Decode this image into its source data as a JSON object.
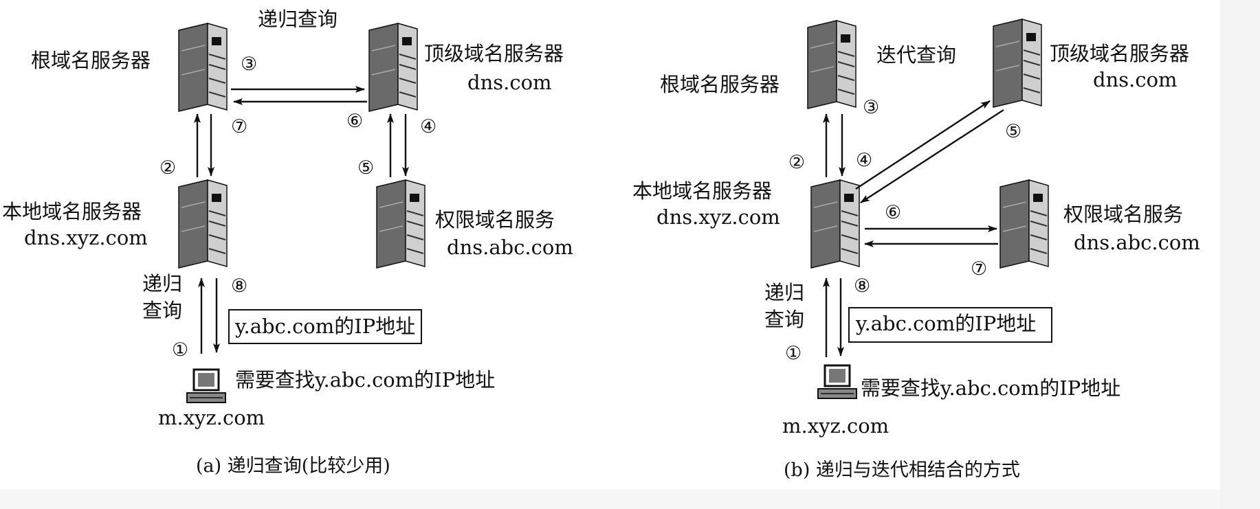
{
  "panel_a": {
    "caption": "(a) 递归查询(比较少用)",
    "query_label": "递归查询",
    "root": {
      "label": "根域名服务器"
    },
    "tld": {
      "label": "顶级域名服务器",
      "host": "dns.com"
    },
    "local": {
      "label": "本地域名服务器",
      "host": "dns.xyz.com"
    },
    "auth": {
      "label": "权限域名服务",
      "host": "dns.abc.com"
    },
    "client": {
      "host": "m.xyz.com",
      "need": "需要查找y.abc.com的IP地址"
    },
    "client_query_label": [
      "递归",
      "查询"
    ],
    "answer_box": "y.abc.com的IP地址",
    "steps": [
      "①",
      "②",
      "③",
      "④",
      "⑤",
      "⑥",
      "⑦",
      "⑧"
    ]
  },
  "panel_b": {
    "caption": "(b) 递归与迭代相结合的方式",
    "query_label": "迭代查询",
    "root": {
      "label": "根域名服务器"
    },
    "tld": {
      "label": "顶级域名服务器",
      "host": "dns.com"
    },
    "local": {
      "label": "本地域名服务器",
      "host": "dns.xyz.com"
    },
    "auth": {
      "label": "权限域名服务",
      "host": "dns.abc.com"
    },
    "client": {
      "host": "m.xyz.com",
      "need": "需要查找y.abc.com的IP地址"
    },
    "client_query_label": [
      "递归",
      "查询"
    ],
    "answer_box": "y.abc.com的IP地址",
    "steps": [
      "①",
      "②",
      "③",
      "④",
      "⑤",
      "⑥",
      "⑦",
      "⑧"
    ]
  }
}
